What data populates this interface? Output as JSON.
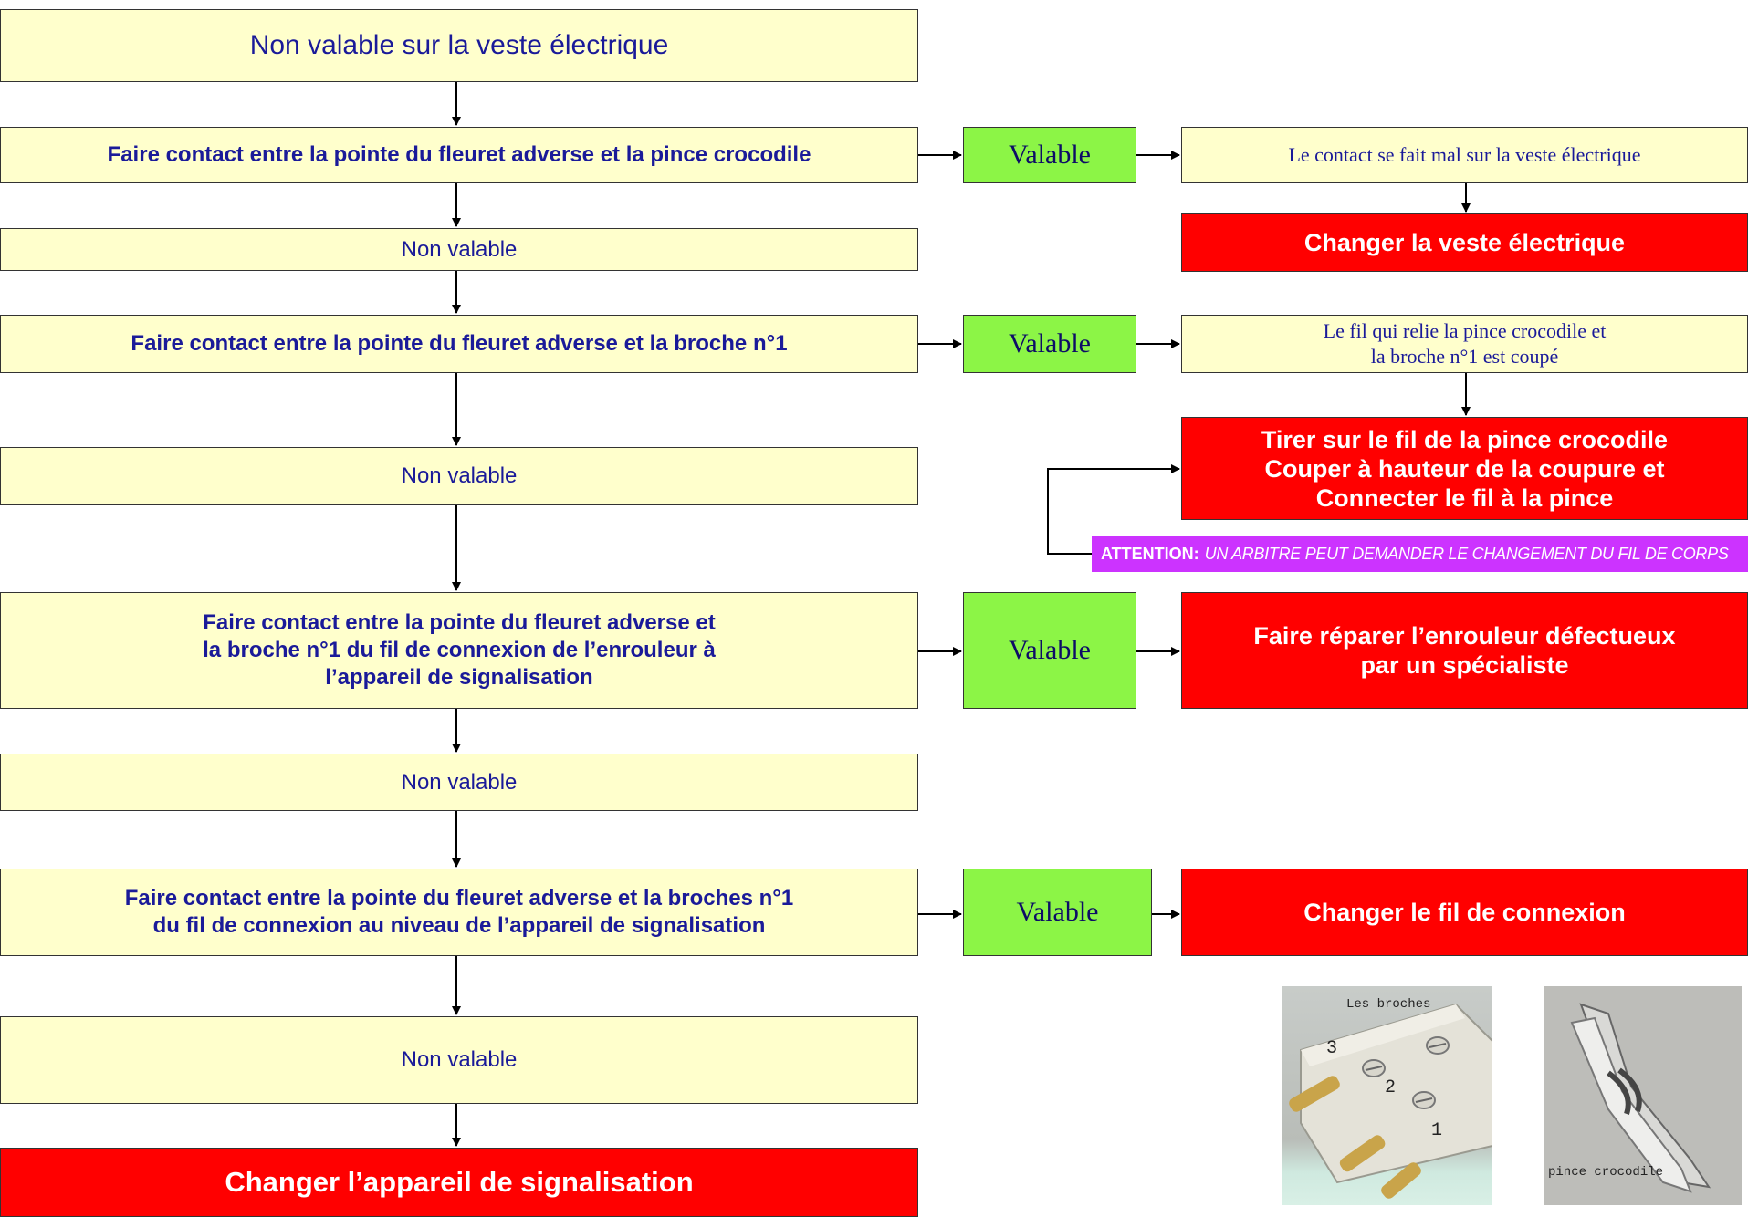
{
  "flow": {
    "title": "Non valable sur la veste électrique",
    "step1": "Faire contact entre la pointe du fleuret adverse et la pince crocodile",
    "non_valable_1": "Non valable",
    "step2": "Faire contact entre la pointe du fleuret adverse et la broche n°1",
    "non_valable_2": "Non valable",
    "step3": "Faire contact entre la pointe du fleuret adverse et\nla broche n°1 du fil de connexion de l’enrouleur à\nl’appareil de signalisation",
    "non_valable_3": "Non valable",
    "step4": "Faire contact entre la pointe du fleuret adverse et la broches n°1\ndu fil de connexion au niveau de l’appareil de signalisation",
    "non_valable_4": "Non valable",
    "final": "Changer l’appareil de signalisation"
  },
  "branches": {
    "valable_label": "Valable",
    "b1_result": "Le contact se fait mal sur la veste électrique",
    "b1_action": "Changer la veste électrique",
    "b2_result": "Le fil qui relie la pince crocodile et\nla broche n°1 est coupé",
    "b2_action": "Tirer sur le fil de la pince crocodile\nCouper à hauteur de la coupure et\nConnecter le fil à la pince",
    "attention_label": "ATTENTION:",
    "attention_text": "UN ARBITRE PEUT DEMANDER LE CHANGEMENT DU FIL DE CORPS",
    "b3_action": "Faire réparer l’enrouleur défectueux\npar un spécialiste",
    "b4_action": "Changer le fil de connexion"
  },
  "photos": {
    "broches_label": "Les broches",
    "pin_numbers": [
      "3",
      "2",
      "1"
    ],
    "pince_label": "pince crocodile"
  },
  "colors": {
    "yellow_box": "#ffffcc",
    "green_box": "#8cf546",
    "red_box": "#ff0000",
    "purple_box": "#cc33ff",
    "text_blue": "#1a1a99"
  }
}
